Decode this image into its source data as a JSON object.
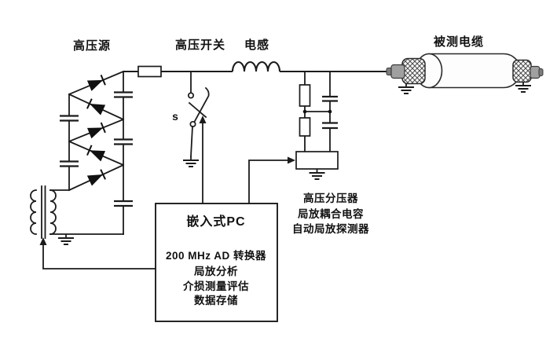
{
  "diagram": {
    "labels": {
      "hv_source": "高压源",
      "hv_switch": "高压开关",
      "inductor": "电感",
      "cable_under_test": "被测电缆",
      "switch_s": "s",
      "divider_line1": "高压分压器",
      "divider_line2": "局放耦合电容",
      "divider_line3": "自动局放探测器"
    },
    "pc_box": {
      "title": "嵌入式PC",
      "lines": [
        "200 MHz AD 转换器",
        "局放分析",
        "介损测量评估",
        "数据存储"
      ]
    },
    "colors": {
      "line": "#1b1b1b",
      "background": "#ffffff",
      "connector_metal": "#a0a0a0"
    }
  }
}
